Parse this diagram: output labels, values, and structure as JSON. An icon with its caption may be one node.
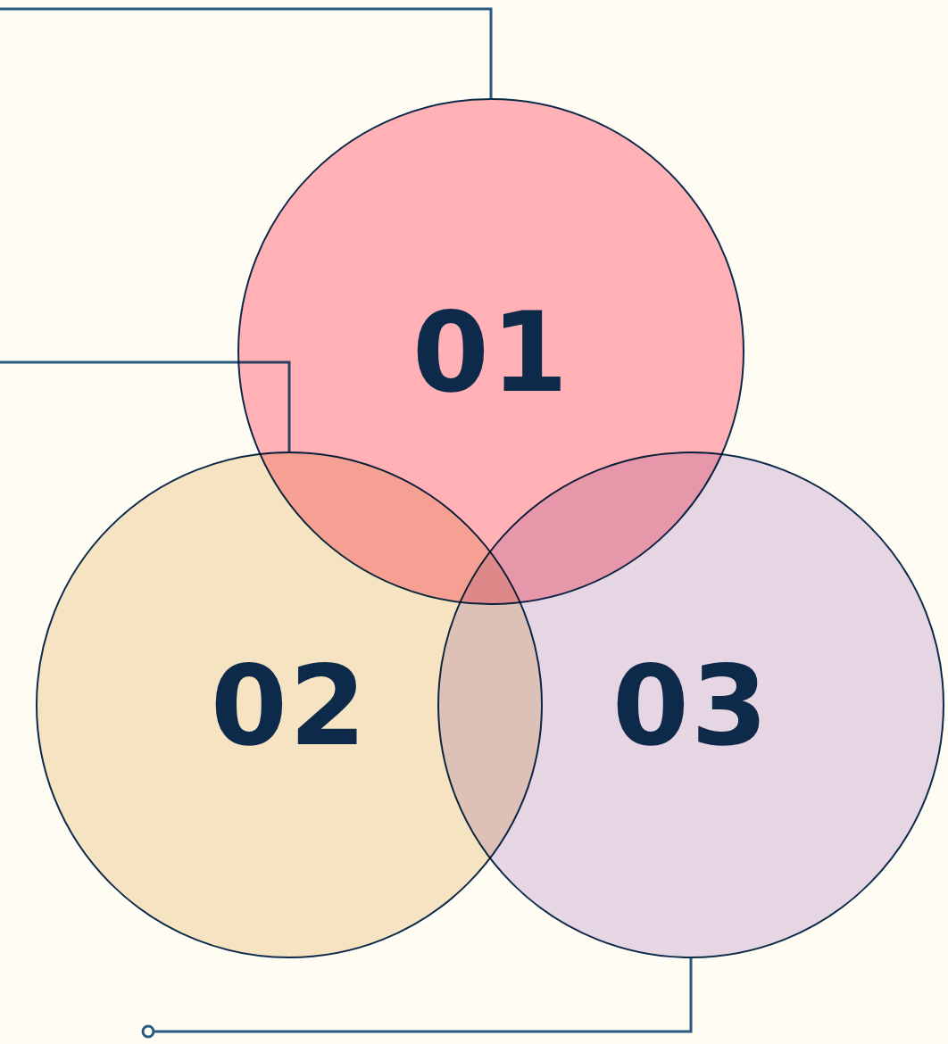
{
  "diagram": {
    "nodes": [
      {
        "text": [
          "01"
        ]
      },
      {
        "text": [
          "02"
        ]
      },
      {
        "text": [
          "03"
        ]
      }
    ],
    "edges": [
      {
        "from": null,
        "to": 0,
        "arrow": "none"
      },
      {
        "from": null,
        "to": 1,
        "arrow": "none"
      },
      {
        "from": 2,
        "to": null,
        "arrow": "other"
      }
    ]
  }
}
